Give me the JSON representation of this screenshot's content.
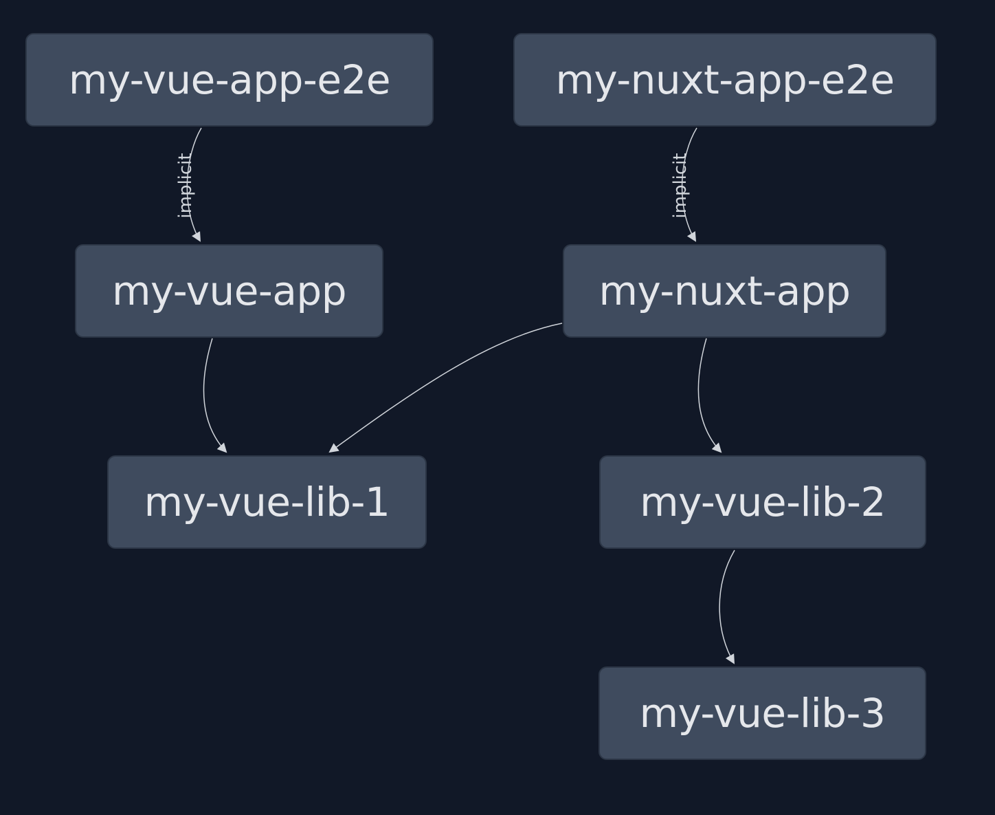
{
  "nodes": {
    "vue_app_e2e": "my-vue-app-e2e",
    "nuxt_app_e2e": "my-nuxt-app-e2e",
    "vue_app": "my-vue-app",
    "nuxt_app": "my-nuxt-app",
    "vue_lib_1": "my-vue-lib-1",
    "vue_lib_2": "my-vue-lib-2",
    "vue_lib_3": "my-vue-lib-3"
  },
  "edges": [
    {
      "from": "my-vue-app-e2e",
      "to": "my-vue-app",
      "label": "implicit"
    },
    {
      "from": "my-nuxt-app-e2e",
      "to": "my-nuxt-app",
      "label": "implicit"
    },
    {
      "from": "my-vue-app",
      "to": "my-vue-lib-1",
      "label": ""
    },
    {
      "from": "my-nuxt-app",
      "to": "my-vue-lib-1",
      "label": ""
    },
    {
      "from": "my-nuxt-app",
      "to": "my-vue-lib-2",
      "label": ""
    },
    {
      "from": "my-vue-lib-2",
      "to": "my-vue-lib-3",
      "label": ""
    }
  ],
  "colors": {
    "background": "#111827",
    "node_fill": "#3f4b5e",
    "node_text": "#e5e7eb",
    "edge": "#d1d5db"
  }
}
